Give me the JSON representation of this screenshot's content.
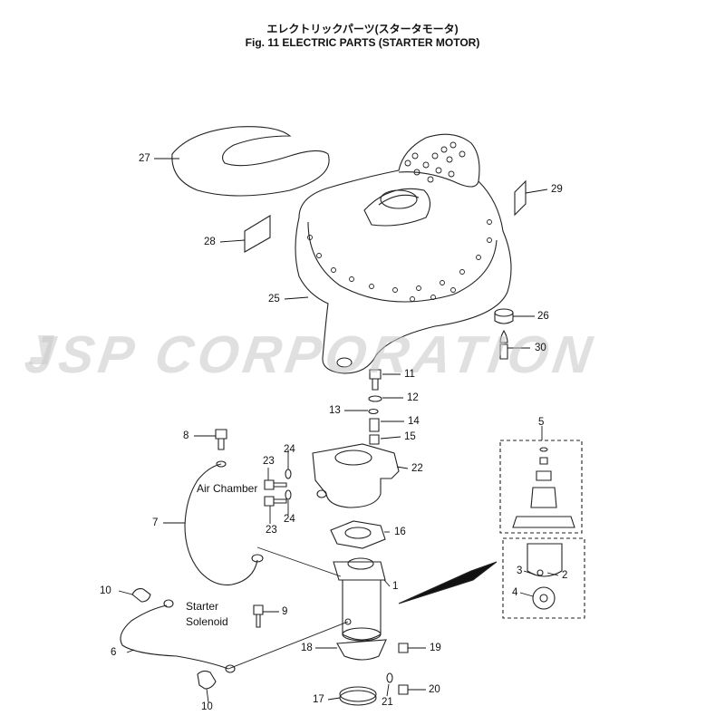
{
  "title": {
    "japanese": "エレクトリックパーツ(スタータモータ)",
    "english": "Fig. 11    ELECTRIC PARTS (STARTER MOTOR)"
  },
  "watermark": "JSP CORPORATION",
  "callouts": {
    "c27": "27",
    "c28": "28",
    "c29": "29",
    "c25": "25",
    "c26": "26",
    "c30": "30",
    "c11": "11",
    "c12": "12",
    "c13": "13",
    "c14": "14",
    "c15": "15",
    "c8": "8",
    "c22": "22",
    "c23a": "23",
    "c24a": "24",
    "c23b": "23",
    "c24b": "24",
    "c7": "7",
    "c16": "16",
    "c1": "1",
    "c10a": "10",
    "c9": "9",
    "c6": "6",
    "c18": "18",
    "c19": "19",
    "c20": "20",
    "c17": "17",
    "c21": "21",
    "c10b": "10",
    "c5": "5",
    "c3": "3",
    "c2": "2",
    "c4": "4"
  },
  "annotations": {
    "air_chamber": "Air Chamber",
    "starter": "Starter",
    "solenoid": "Solenoid"
  }
}
